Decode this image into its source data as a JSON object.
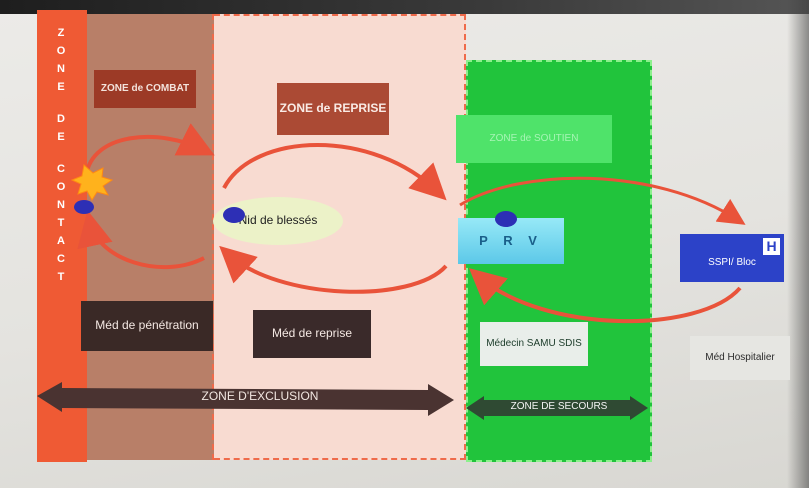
{
  "zones": {
    "contact": {
      "letters": [
        "Z",
        "O",
        "N",
        "E",
        "",
        "D",
        "E",
        "",
        "C",
        "O",
        "N",
        "T",
        "A",
        "C",
        "T"
      ]
    },
    "combat": {
      "title": "ZONE de COMBAT"
    },
    "reprise": {
      "title": "ZONE de REPRISE"
    },
    "soutien": {
      "title": "ZONE de SOUTIEN"
    }
  },
  "nodes": {
    "nid_blesses": "Nid de blessés",
    "prv": "P R V",
    "ssp_bloc": "SSPI/ Bloc",
    "h_icon": "H"
  },
  "roles": {
    "med_penetration": "Méd de pénétration",
    "med_reprise": "Méd de reprise",
    "medecin_samu": "Médecin SAMU SDIS",
    "med_hospitalier": "Méd Hospitalier"
  },
  "bands": {
    "exclusion": "ZONE D'EXCLUSION",
    "secours": "ZONE DE SECOURS"
  },
  "colors": {
    "contact": "#ef5a34",
    "combat": "#b87f68",
    "reprise": "#f8dbd1",
    "soutien": "#21c43c",
    "arrow": "#e9533a",
    "ssp": "#2c42c8"
  },
  "icons": [
    "explosion-icon",
    "casualty-dot-icon",
    "hospital-h-icon",
    "double-arrow-icon"
  ]
}
